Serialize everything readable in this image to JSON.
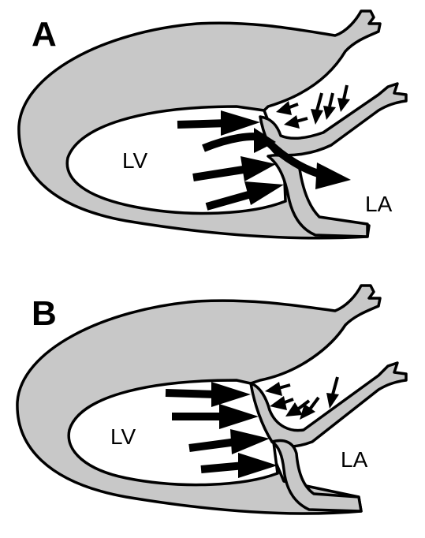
{
  "panels": [
    {
      "letter": "A",
      "ventricle_label": "LV",
      "atrium_label": "LA"
    },
    {
      "letter": "B",
      "ventricle_label": "LV",
      "atrium_label": "LA"
    }
  ],
  "colors": {
    "wall_fill": "#c8c8c8",
    "outline": "#000000",
    "background": "#ffffff"
  }
}
